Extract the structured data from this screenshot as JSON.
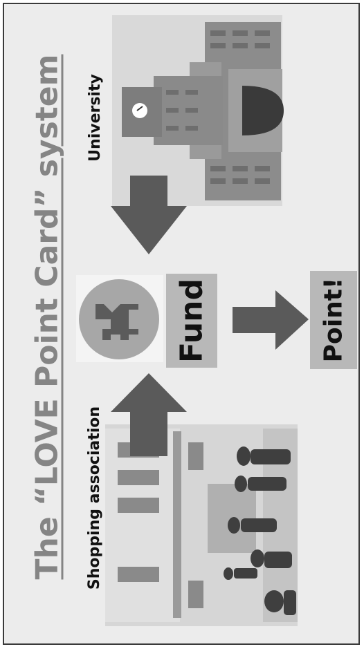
{
  "diagram": {
    "title": "The “LOVE Point Card” system",
    "nodes": {
      "university": "University",
      "shopping": "Shopping association",
      "fund": "Fund",
      "point": "Point!"
    },
    "icons": {
      "university": "university-building-icon",
      "fund": "yen-coin-icon",
      "shopping": "shopping-street-icon"
    },
    "colors": {
      "background": "#ececec",
      "arrow": "#5a5a5a",
      "title": "#858585",
      "label_box": "#b8b8b8"
    }
  }
}
